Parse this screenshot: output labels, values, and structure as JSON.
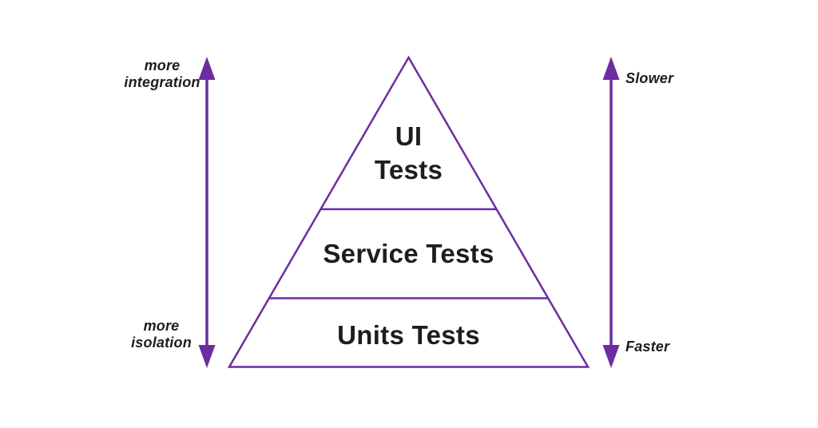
{
  "colors": {
    "accent": "#6C2DA0",
    "text": "#1D1D1F",
    "background": "#FFFFFF"
  },
  "left_axis": {
    "top_label": {
      "line1": "more",
      "line2": "integration"
    },
    "bottom_label": {
      "line1": "more",
      "line2": "isolation"
    }
  },
  "right_axis": {
    "top_label": "Slower",
    "bottom_label": "Faster"
  },
  "pyramid": {
    "top_level": {
      "line1": "UI",
      "line2": "Tests"
    },
    "middle_level": {
      "label": "Service Tests"
    },
    "bottom_level": {
      "label": "Units Tests"
    }
  }
}
